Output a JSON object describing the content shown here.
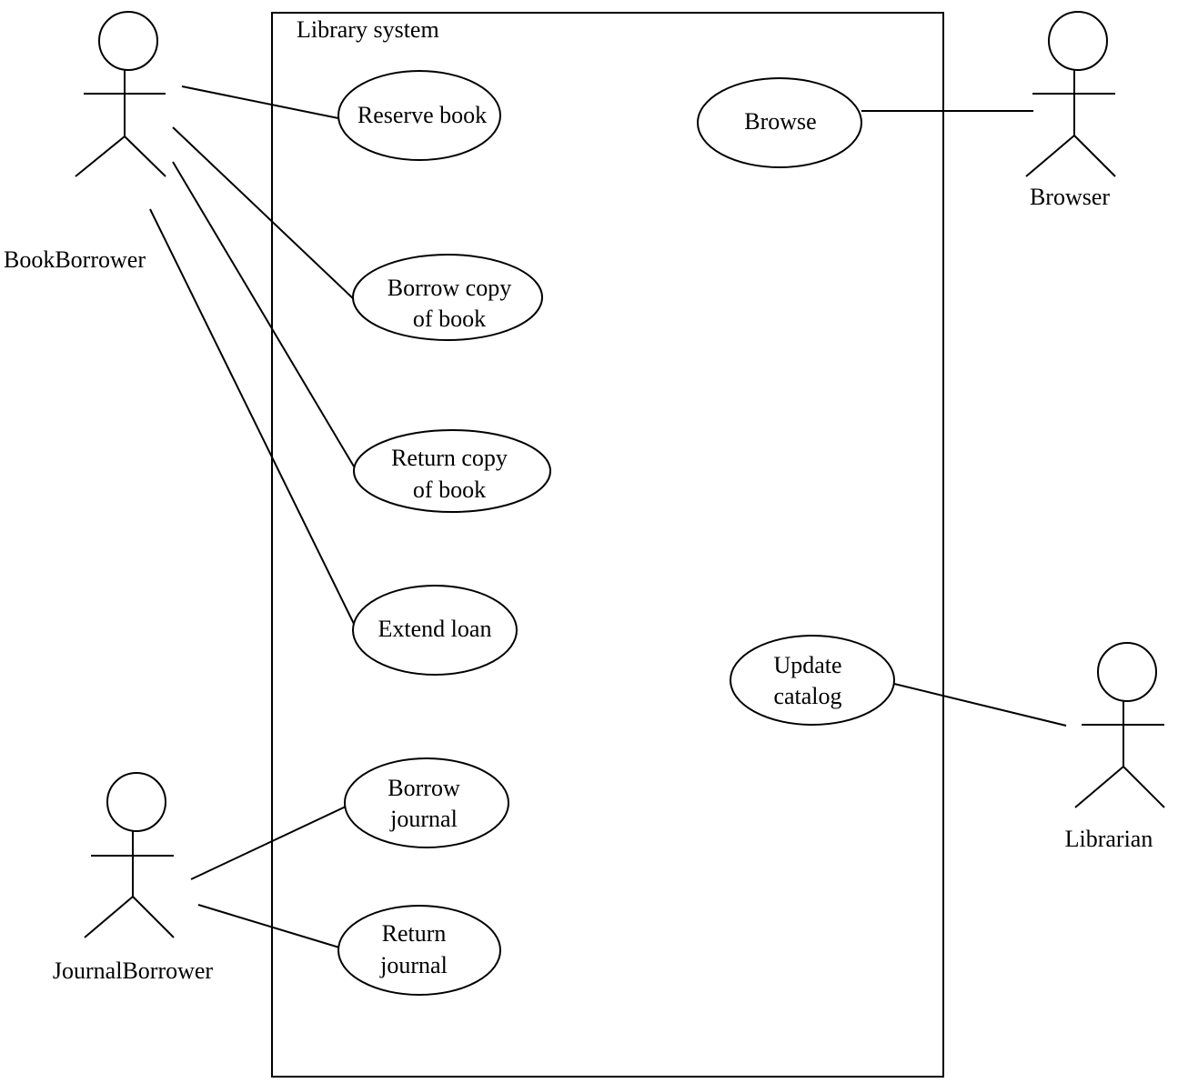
{
  "system": {
    "title": "Library system"
  },
  "actors": {
    "book_borrower": "BookBorrower",
    "journal_borrower": "JournalBorrower",
    "browser": "Browser",
    "librarian": "Librarian"
  },
  "use_cases": {
    "reserve_book": [
      "Reserve book"
    ],
    "borrow_copy": [
      "Borrow copy",
      "of book"
    ],
    "return_copy": [
      "Return copy",
      "of book"
    ],
    "extend_loan": [
      "Extend loan"
    ],
    "borrow_journal": [
      "Borrow",
      "journal"
    ],
    "return_journal": [
      "Return",
      "journal"
    ],
    "browse": [
      "Browse"
    ],
    "update_catalog": [
      "Update",
      "catalog"
    ]
  }
}
